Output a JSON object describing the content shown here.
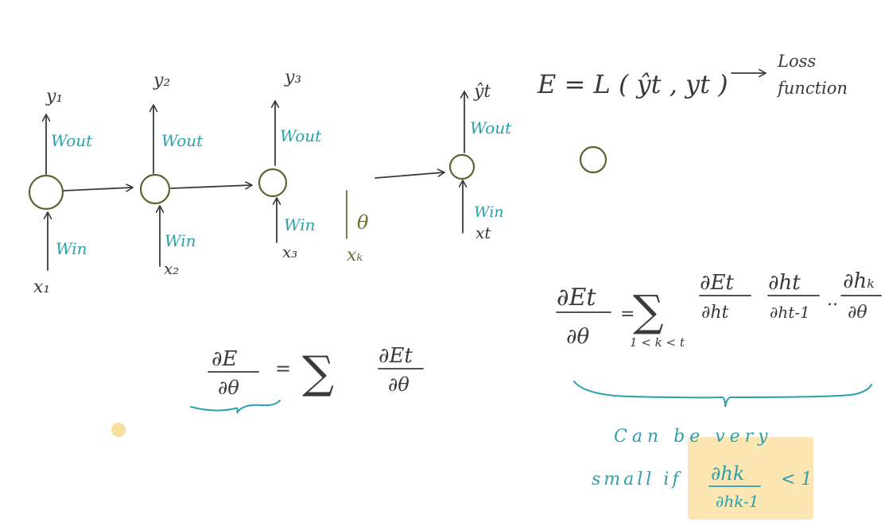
{
  "colors": {
    "ink": "#3a3a3a",
    "teal": "#2aa1ac",
    "node_outline": "#5a6430",
    "highlight": "#fbe6b4",
    "dot": "#f8dfa0"
  },
  "rnn": {
    "outputs": [
      "y₁",
      "y₂",
      "y₃",
      "ŷt"
    ],
    "inputs": [
      "x₁",
      "x₂",
      "x₃",
      "xt"
    ],
    "w_out": "Wout",
    "w_in": "Win",
    "theta_input": "xₖ",
    "theta": "θ"
  },
  "loss": {
    "equation": "E = L ( ŷt , yt )",
    "arrow": "→",
    "label_line1": "Loss",
    "label_line2": "function"
  },
  "eq_total": {
    "lhs_num": "∂E",
    "lhs_den": "∂θ",
    "equals": "=",
    "sum": "∑",
    "rhs_num": "∂Et",
    "rhs_den": "∂θ"
  },
  "eq_chain": {
    "lhs_num": "∂Et",
    "lhs_den": "∂θ",
    "equals": "=",
    "sum": "∑",
    "sum_range": "1 < k < t",
    "t1_num": "∂Et",
    "t1_den": "∂ht",
    "t2_num": "∂ht",
    "t2_den": "∂ht-1",
    "dots": "..",
    "t3_num": "∂hₖ",
    "t3_den": "∂θ"
  },
  "note": {
    "line1": "Can be very",
    "line2_a": "small if",
    "frac_num": "∂hk",
    "frac_den": "∂hk-1",
    "cond": "< 1"
  }
}
